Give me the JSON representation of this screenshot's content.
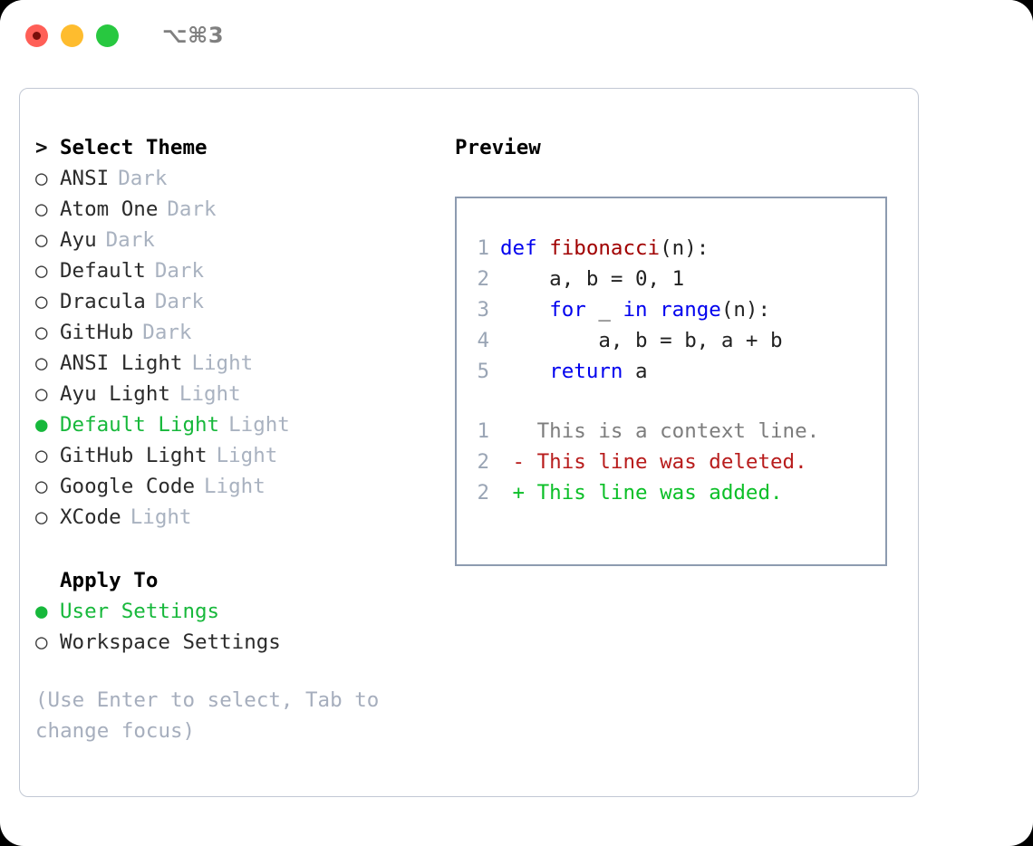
{
  "titlebar": {
    "shortcut": "⌥⌘3",
    "buttons": [
      {
        "name": "close",
        "color": "#ff5f57"
      },
      {
        "name": "minimize",
        "color": "#febc2e"
      },
      {
        "name": "maximize",
        "color": "#28c840"
      }
    ]
  },
  "theme_panel": {
    "heading_marker": ">",
    "heading": "Select Theme",
    "items": [
      {
        "marker": "○",
        "label": "ANSI",
        "category": "Dark",
        "selected": false
      },
      {
        "marker": "○",
        "label": "Atom One",
        "category": "Dark",
        "selected": false
      },
      {
        "marker": "○",
        "label": "Ayu",
        "category": "Dark",
        "selected": false
      },
      {
        "marker": "○",
        "label": "Default",
        "category": "Dark",
        "selected": false
      },
      {
        "marker": "○",
        "label": "Dracula",
        "category": "Dark",
        "selected": false
      },
      {
        "marker": "○",
        "label": "GitHub",
        "category": "Dark",
        "selected": false
      },
      {
        "marker": "○",
        "label": "ANSI Light",
        "category": "Light",
        "selected": false
      },
      {
        "marker": "○",
        "label": "Ayu Light",
        "category": "Light",
        "selected": false
      },
      {
        "marker": "●",
        "label": "Default Light",
        "category": "Light",
        "selected": true
      },
      {
        "marker": "○",
        "label": "GitHub Light",
        "category": "Light",
        "selected": false
      },
      {
        "marker": "○",
        "label": "Google Code",
        "category": "Light",
        "selected": false
      },
      {
        "marker": "○",
        "label": "XCode",
        "category": "Light",
        "selected": false
      }
    ]
  },
  "apply_to": {
    "heading": "Apply To",
    "items": [
      {
        "marker": "●",
        "label": "User Settings",
        "selected": true
      },
      {
        "marker": "○",
        "label": "Workspace Settings",
        "selected": false
      }
    ]
  },
  "hint": "(Use Enter to select, Tab to change focus)",
  "preview": {
    "heading": "Preview",
    "code_lines": [
      {
        "no": "1",
        "segments": [
          {
            "t": "def ",
            "c": "kw"
          },
          {
            "t": "fibonacci",
            "c": "fn"
          },
          {
            "t": "(n):",
            "c": "plain"
          }
        ]
      },
      {
        "no": "2",
        "segments": [
          {
            "t": "    a, b = 0, 1",
            "c": "plain"
          }
        ]
      },
      {
        "no": "3",
        "segments": [
          {
            "t": "    ",
            "c": "plain"
          },
          {
            "t": "for",
            "c": "kw"
          },
          {
            "t": " _ ",
            "c": "plain"
          },
          {
            "t": "in",
            "c": "kw"
          },
          {
            "t": " ",
            "c": "plain"
          },
          {
            "t": "range",
            "c": "kw"
          },
          {
            "t": "(n):",
            "c": "plain"
          }
        ]
      },
      {
        "no": "4",
        "segments": [
          {
            "t": "        a, b = b, a + b",
            "c": "plain"
          }
        ]
      },
      {
        "no": "5",
        "segments": [
          {
            "t": "    ",
            "c": "plain"
          },
          {
            "t": "return",
            "c": "kw"
          },
          {
            "t": " a",
            "c": "plain"
          }
        ]
      }
    ],
    "diff_lines": [
      {
        "no": "1",
        "text": "   This is a context line.",
        "kind": "ctx"
      },
      {
        "no": "2",
        "text": " - This line was deleted.",
        "kind": "del"
      },
      {
        "no": "2",
        "text": " + This line was added.",
        "kind": "add"
      }
    ]
  },
  "colors": {
    "selected_green": "#17b83b",
    "category_gray": "#a9b2c0",
    "hint_gray": "#a6aebd",
    "lineno_gray": "#9aa5b5",
    "keyword_blue": "#0000ee",
    "function_red": "#a00000",
    "diff_context": "#7d7d7d",
    "diff_deleted": "#b81c1c",
    "diff_added": "#0bbf27",
    "panel_border": "#c2c8d4",
    "preview_border": "#8d9bb0"
  }
}
